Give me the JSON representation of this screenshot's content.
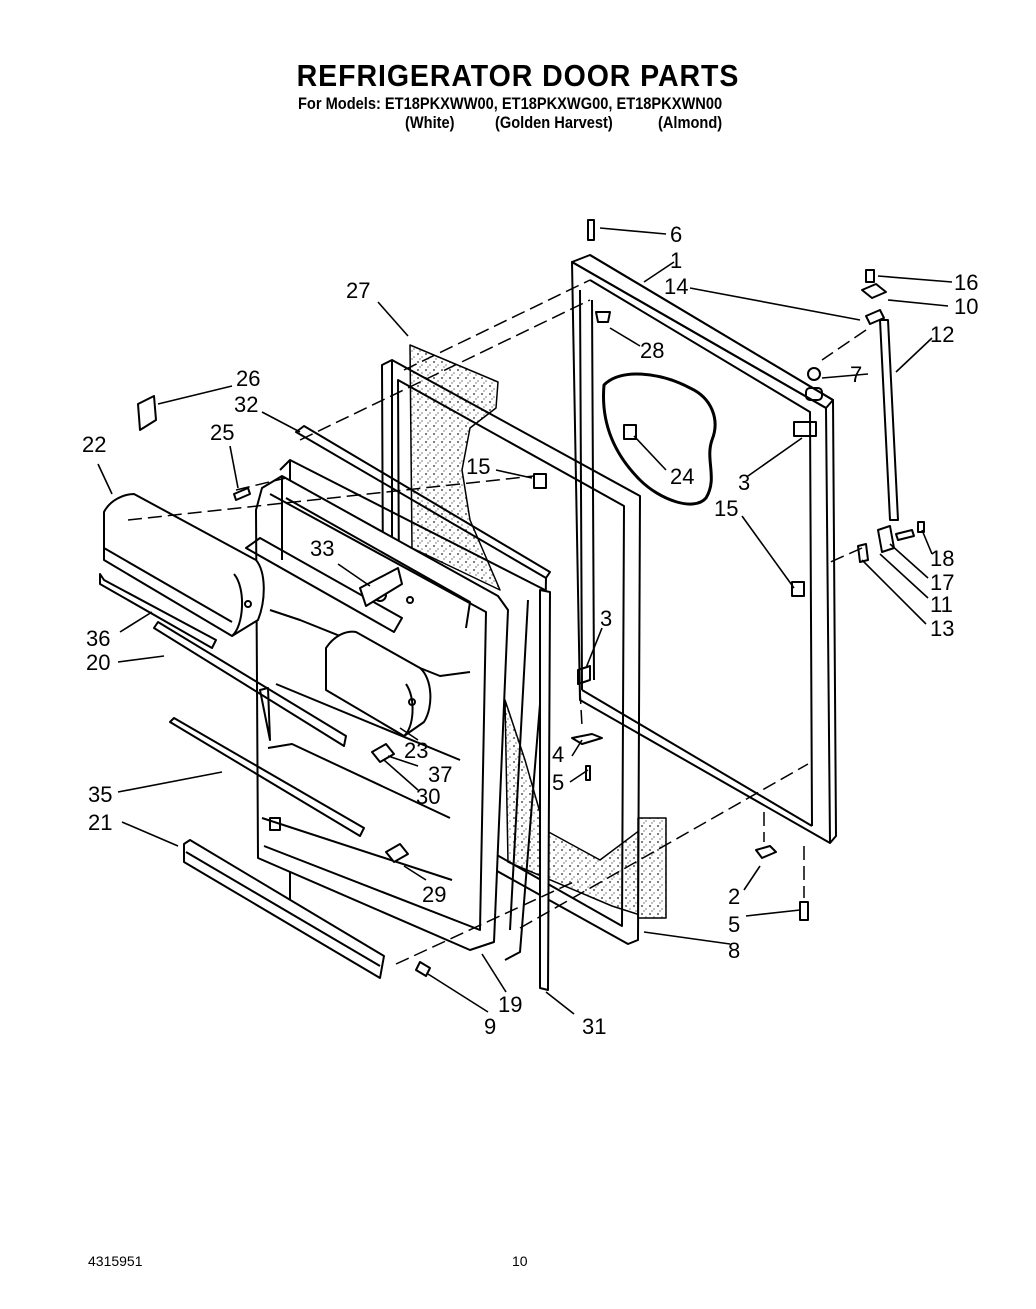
{
  "header": {
    "title": "REFRIGERATOR DOOR PARTS",
    "models": "For Models: ET18PKXWW00, ET18PKXWG00, ET18PKXWN00",
    "colors": [
      "(White)",
      "(Golden Harvest)",
      "(Almond)"
    ]
  },
  "footer": {
    "doc_number": "4315951",
    "page_number": "10"
  },
  "callouts": [
    "6",
    "1",
    "16",
    "10",
    "14",
    "12",
    "27",
    "28",
    "7",
    "26",
    "32",
    "25",
    "24",
    "22",
    "15",
    "3",
    "15",
    "18",
    "17",
    "11",
    "13",
    "33",
    "3",
    "36",
    "20",
    "23",
    "37",
    "4",
    "30",
    "5",
    "35",
    "21",
    "29",
    "2",
    "5",
    "8",
    "9",
    "19",
    "31"
  ]
}
